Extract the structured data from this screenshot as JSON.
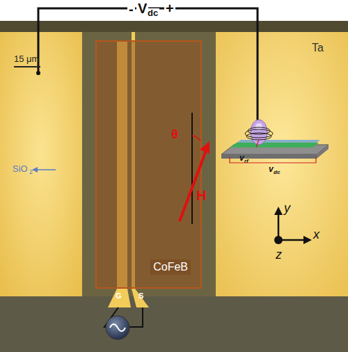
{
  "diagram": {
    "nodes": [
      {
        "text": [
          "CoFeB"
        ]
      }
    ],
    "labels": [
      "-",
      "V",
      "dc",
      "+",
      "Ta",
      "15 μm",
      "SiO",
      "2",
      "θ",
      "H",
      "G",
      "S",
      "y",
      "x",
      "z",
      "v",
      "rf",
      "v",
      "dc"
    ]
  }
}
